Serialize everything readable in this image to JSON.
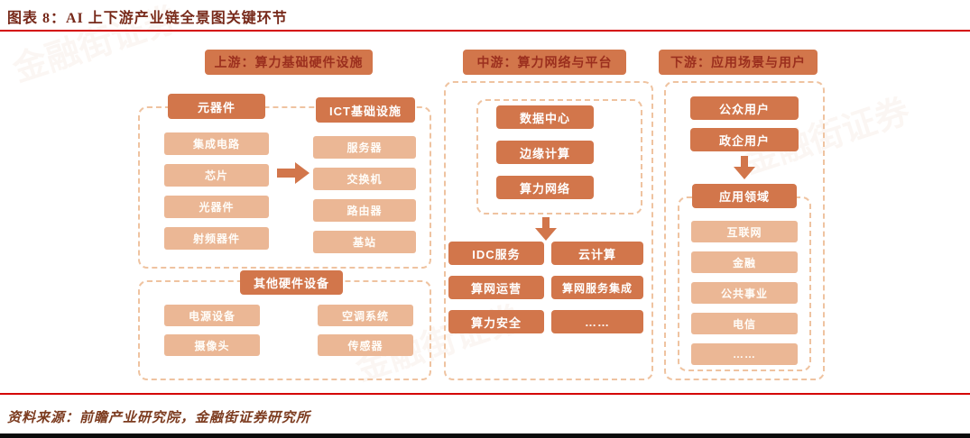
{
  "page": {
    "title": "图表 8：AI 上下游产业链全景图关键环节",
    "source": "资料来源：前瞻产业研究院，金融街证券研究所",
    "watermark": "金融街证券"
  },
  "colors": {
    "accent_orange": "#d2764b",
    "light_orange": "#ebb795",
    "header_text_red": "#9b2f1e",
    "title_brown": "#77291a",
    "rule_red": "#d40000",
    "rule_black": "#0a0a0a",
    "dashed_border": "#efc3a0"
  },
  "upstream": {
    "header": "上游：算力基础硬件设施",
    "components": {
      "title": "元器件",
      "items": [
        "集成电路",
        "芯片",
        "光器件",
        "射频器件"
      ]
    },
    "ict": {
      "title": "ICT基础设施",
      "items": [
        "服务器",
        "交换机",
        "路由器",
        "基站"
      ]
    },
    "other": {
      "title": "其他硬件设备",
      "items": [
        "电源设备",
        "空调系统",
        "摄像头",
        "传感器"
      ]
    }
  },
  "midstream": {
    "header": "中游：算力网络与平台",
    "core": [
      "数据中心",
      "边缘计算",
      "算力网络"
    ],
    "services": [
      "IDC服务",
      "云计算",
      "算网运营",
      "算网服务集成",
      "算力安全",
      "……"
    ]
  },
  "downstream": {
    "header": "下游：应用场景与用户",
    "users": [
      "公众用户",
      "政企用户"
    ],
    "fields_title": "应用领域",
    "fields": [
      "互联网",
      "金融",
      "公共事业",
      "电信",
      "……"
    ]
  }
}
